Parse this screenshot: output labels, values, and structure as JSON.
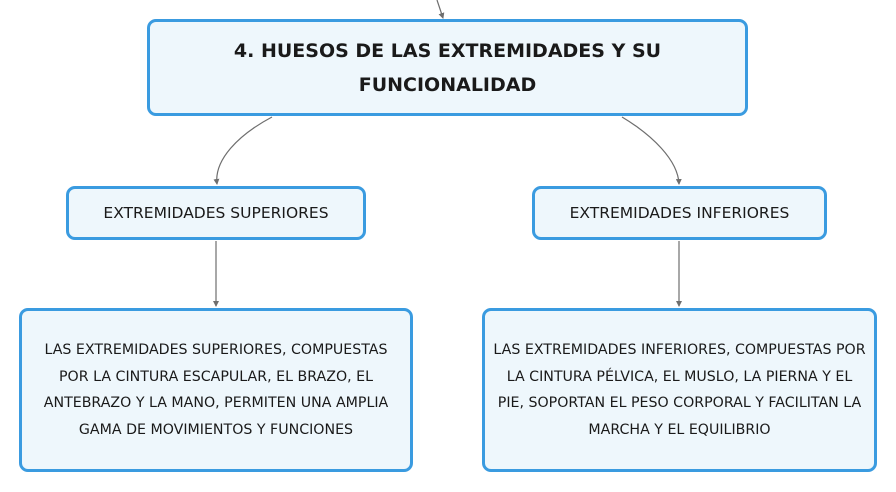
{
  "colors": {
    "node_border": "#3a9be0",
    "node_fill": "#eef7fc",
    "connector": "#6e6e6e",
    "text": "#1a1a1a"
  },
  "root": {
    "title": "4. HUESOS DE LAS EXTREMIDADES Y SU FUNCIONALIDAD"
  },
  "branches": [
    {
      "label": "EXTREMIDADES SUPERIORES",
      "detail": "LAS EXTREMIDADES SUPERIORES, COMPUESTAS POR LA CINTURA ESCAPULAR, EL BRAZO, EL ANTEBRAZO Y LA MANO, PERMITEN UNA AMPLIA GAMA DE MOVIMIENTOS Y FUNCIONES"
    },
    {
      "label": "EXTREMIDADES INFERIORES",
      "detail": "LAS EXTREMIDADES INFERIORES, COMPUESTAS POR LA CINTURA PÉLVICA, EL MUSLO, LA PIERNA Y EL PIE, SOPORTAN EL PESO CORPORAL Y FACILITAN LA MARCHA Y EL EQUILIBRIO"
    }
  ]
}
